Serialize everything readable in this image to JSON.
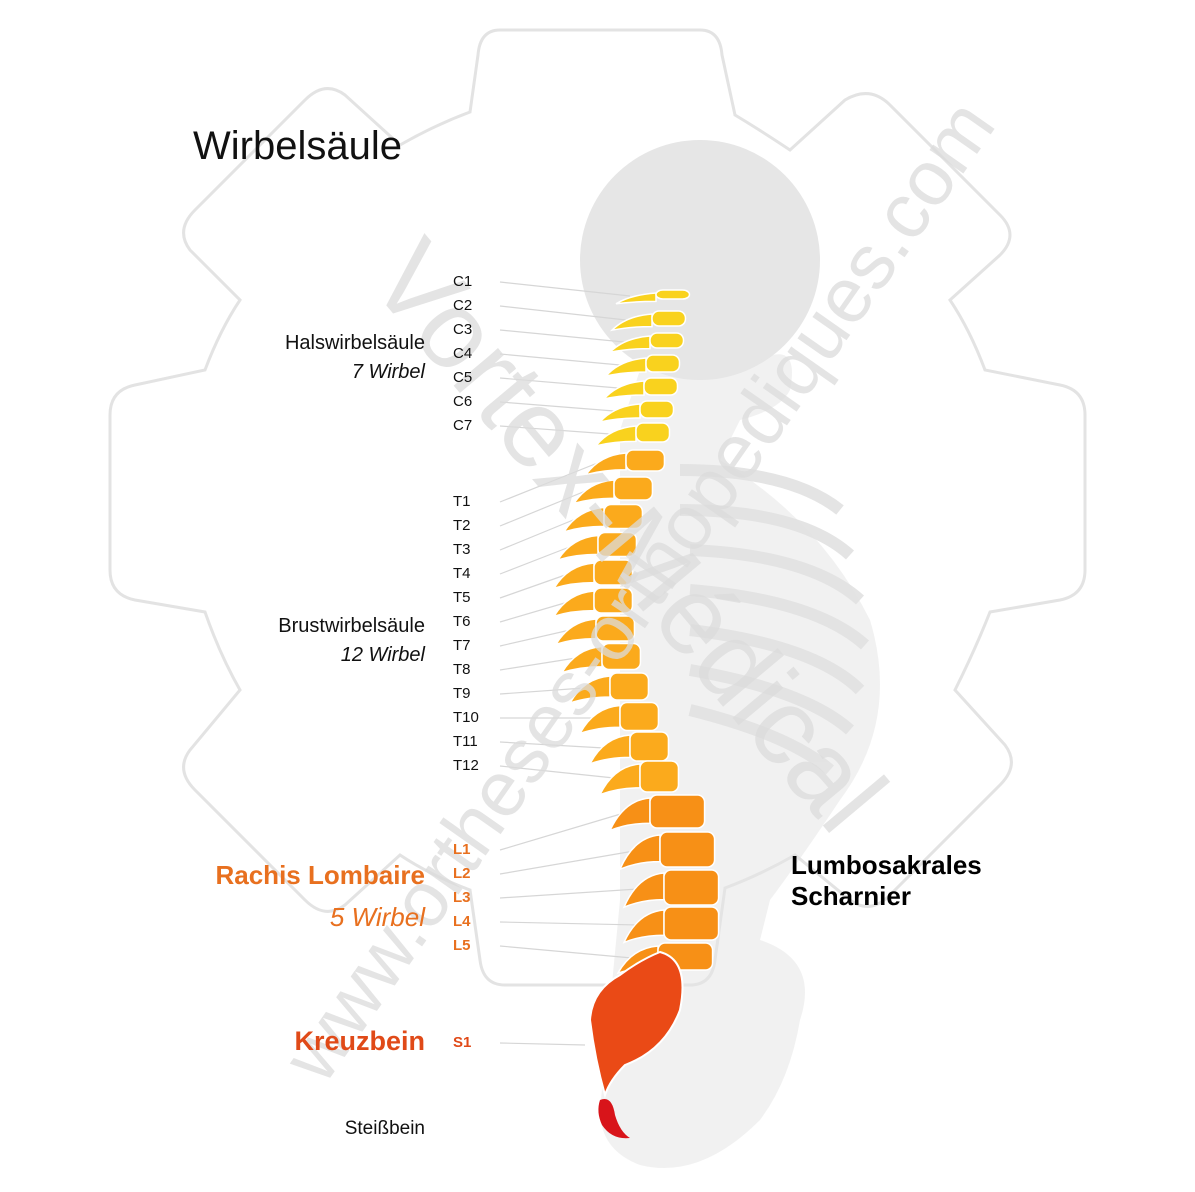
{
  "title": "Wirbelsäule",
  "watermark": {
    "line1": "www.ortheses-orthopediques.com",
    "line2": "Vortex-Médical",
    "color": "#d9d9d9"
  },
  "colors": {
    "cervical": "#f9d21e",
    "thoracic": "#fbaa1c",
    "lumbar": "#f79016",
    "sacrum": "#ea4a16",
    "coccyx": "#d8141a",
    "lumbar_label": "#e8701f",
    "sacral_label": "#e04a18"
  },
  "regions": {
    "hals": {
      "name": "Halswirbelsäule",
      "count": "7 Wirbel"
    },
    "brust": {
      "name": "Brustwirbelsäule",
      "count": "12 Wirbel"
    },
    "lumbar": {
      "name": "Rachis Lombaire",
      "count": "5 Wirbel"
    },
    "kreuz": {
      "name": "Kreuzbein"
    },
    "steiss": {
      "name": "Steißbein"
    }
  },
  "hinge": {
    "line1": "Lumbosakrales",
    "line2": "Scharnier"
  },
  "vertebrae": [
    {
      "label": "C1",
      "group": "cervical"
    },
    {
      "label": "C2",
      "group": "cervical"
    },
    {
      "label": "C3",
      "group": "cervical"
    },
    {
      "label": "C4",
      "group": "cervical"
    },
    {
      "label": "C5",
      "group": "cervical"
    },
    {
      "label": "C6",
      "group": "cervical"
    },
    {
      "label": "C7",
      "group": "cervical"
    },
    {
      "label": "T1",
      "group": "thoracic"
    },
    {
      "label": "T2",
      "group": "thoracic"
    },
    {
      "label": "T3",
      "group": "thoracic"
    },
    {
      "label": "T4",
      "group": "thoracic"
    },
    {
      "label": "T5",
      "group": "thoracic"
    },
    {
      "label": "T6",
      "group": "thoracic"
    },
    {
      "label": "T7",
      "group": "thoracic"
    },
    {
      "label": "T8",
      "group": "thoracic"
    },
    {
      "label": "T9",
      "group": "thoracic"
    },
    {
      "label": "T10",
      "group": "thoracic"
    },
    {
      "label": "T11",
      "group": "thoracic"
    },
    {
      "label": "T12",
      "group": "thoracic"
    },
    {
      "label": "L1",
      "group": "lumbar"
    },
    {
      "label": "L2",
      "group": "lumbar"
    },
    {
      "label": "L3",
      "group": "lumbar"
    },
    {
      "label": "L4",
      "group": "lumbar"
    },
    {
      "label": "L5",
      "group": "lumbar"
    },
    {
      "label": "S1",
      "group": "sacral"
    }
  ]
}
